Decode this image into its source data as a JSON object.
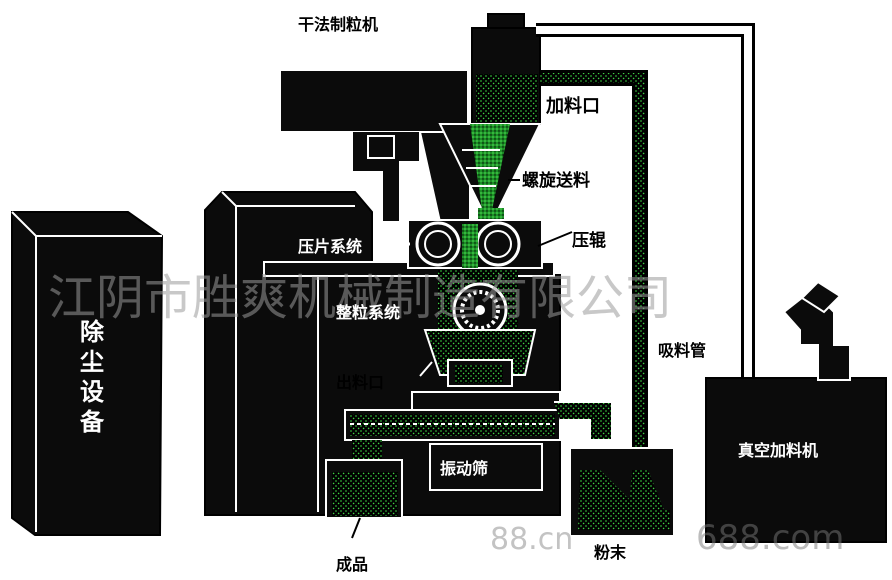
{
  "diagram": {
    "title": "干法制粒机",
    "labels": {
      "feed_inlet": "加料口",
      "screw_feed": "螺旋送料",
      "press_roll": "压辊",
      "tablet_system": "压片系统",
      "granulate_system": "整粒系统",
      "discharge": "出料口",
      "suction_pipe": "吸料管",
      "dust_removal": "除尘设备",
      "vacuum_feeder": "真空加料机",
      "vibrating_screen": "振动筛",
      "product": "成品",
      "powder": "粉末"
    },
    "watermark": {
      "company": "江阴市胜爽机械制造有限公司",
      "site_fragment": "688.com",
      "site_fragment_left": "88.cn"
    }
  },
  "colors": {
    "machine": "#0b0b0b",
    "line": "#ffffff",
    "powder": "#2faa35",
    "pipe_fill": "#000000",
    "label_text": "#000000"
  }
}
